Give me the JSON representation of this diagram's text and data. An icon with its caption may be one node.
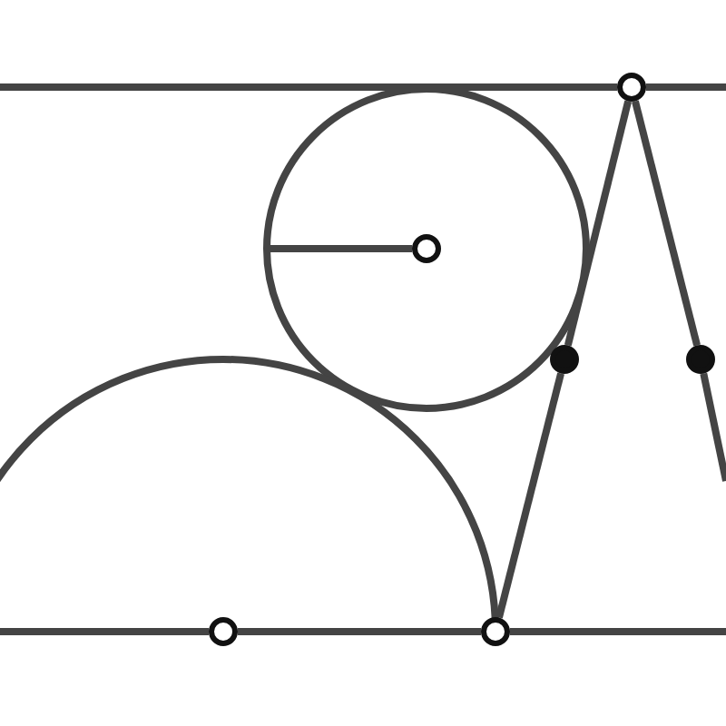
{
  "diagram": {
    "nodes": [
      {
        "text": [],
        "shape": "circle"
      },
      {
        "text": [],
        "shape": "circle"
      },
      {
        "text": [],
        "shape": "circle"
      },
      {
        "text": [],
        "shape": "circle"
      },
      {
        "text": [],
        "shape": "circle"
      },
      {
        "text": [],
        "shape": "circle"
      }
    ],
    "edges": [
      {
        "from": null,
        "to": 0,
        "arrow": "none"
      },
      {
        "from": 0,
        "to": null,
        "arrow": "none"
      },
      {
        "from": 1,
        "to": null,
        "arrow": "none"
      },
      {
        "from": 0,
        "to": 2,
        "arrow": "none"
      },
      {
        "from": 2,
        "to": 5,
        "arrow": "none"
      },
      {
        "from": 0,
        "to": 3,
        "arrow": "none"
      },
      {
        "from": 3,
        "to": null,
        "arrow": "none"
      },
      {
        "from": null,
        "to": 4,
        "arrow": "none"
      },
      {
        "from": 4,
        "to": 5,
        "arrow": "none"
      },
      {
        "from": 5,
        "to": null,
        "arrow": "none"
      }
    ]
  }
}
